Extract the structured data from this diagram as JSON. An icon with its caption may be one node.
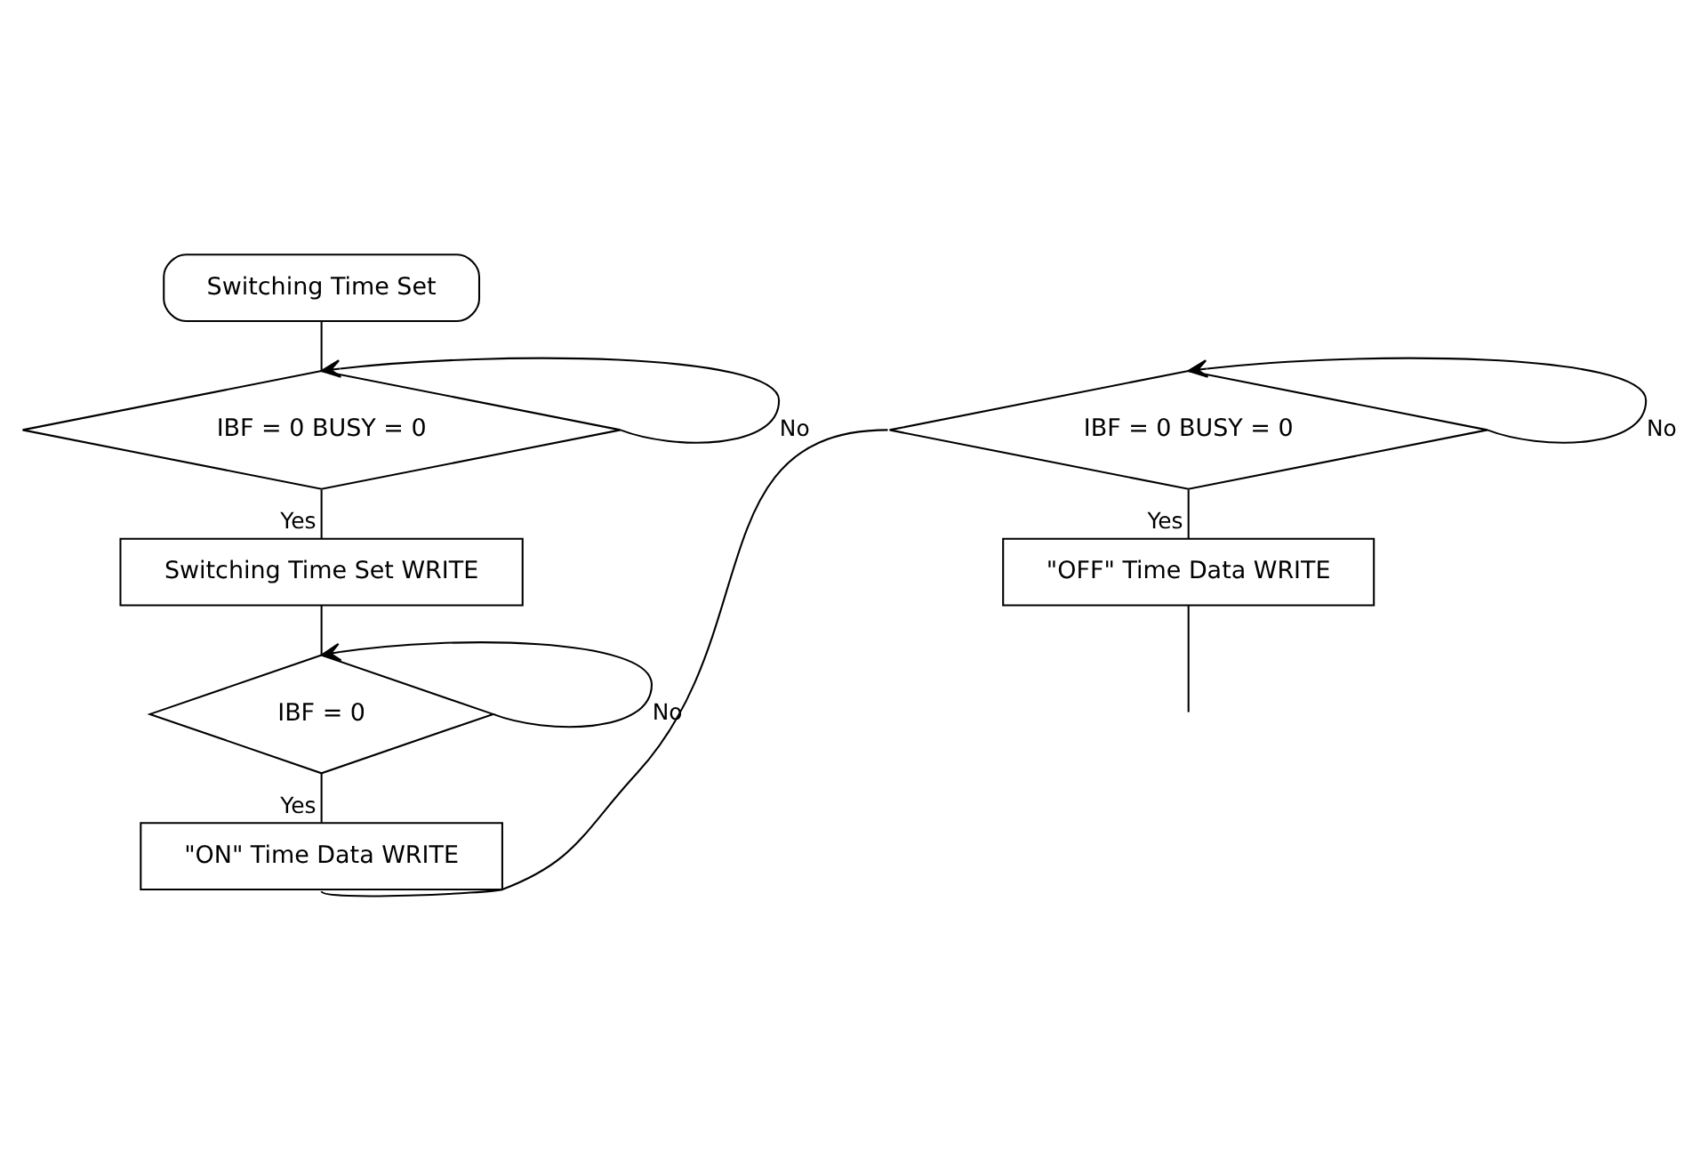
{
  "diagram": {
    "nodes": [
      {
        "text": [
          "Switching Time Set"
        ]
      },
      {
        "text": [
          "IBF = 0 BUSY = 0"
        ]
      },
      {
        "text": [
          "Switching Time Set WRITE"
        ]
      },
      {
        "text": [
          "IBF = 0"
        ]
      },
      {
        "text": [
          "\"ON\" Time Data WRITE"
        ]
      },
      {
        "text": [
          "IBF = 0 BUSY = 0"
        ]
      },
      {
        "text": [
          "\"OFF\" Time Data WRITE"
        ]
      }
    ],
    "edges": [
      {
        "from": 0,
        "to": 1,
        "arrow": "none"
      },
      {
        "from": 1,
        "to": 1,
        "label": "No",
        "arrow": "to"
      },
      {
        "from": 1,
        "to": 2,
        "label": "Yes",
        "arrow": "none"
      },
      {
        "from": 2,
        "to": 3,
        "arrow": "none"
      },
      {
        "from": 3,
        "to": 3,
        "label": "No",
        "arrow": "to"
      },
      {
        "from": 3,
        "to": 4,
        "label": "Yes",
        "arrow": "none"
      },
      {
        "from": 4,
        "to": 5,
        "arrow": "none"
      },
      {
        "from": 5,
        "to": 5,
        "label": "No",
        "arrow": "to"
      },
      {
        "from": 5,
        "to": 6,
        "label": "Yes",
        "arrow": "none"
      },
      {
        "from": 6,
        "to": null,
        "arrow": "none"
      }
    ]
  }
}
